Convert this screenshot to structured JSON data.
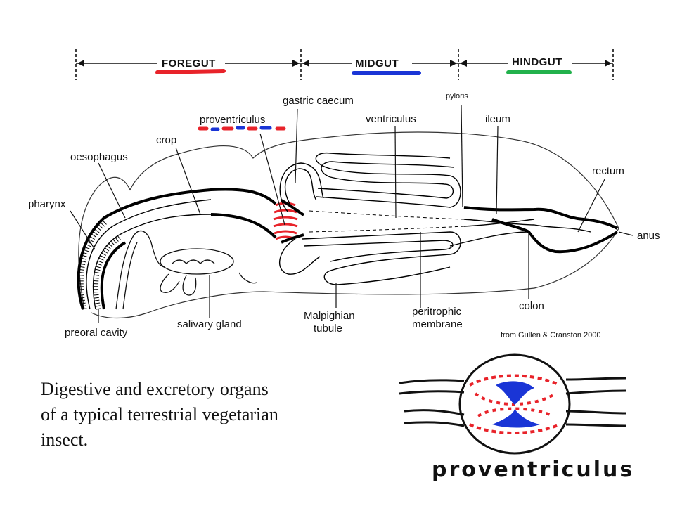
{
  "sections": {
    "foregut": "FOREGUT",
    "midgut": "MIDGUT",
    "hindgut": "HINDGUT"
  },
  "section_colors": {
    "foregut": "#e8232a",
    "midgut": "#1a35d6",
    "hindgut": "#22b14c",
    "proventriculus": "#e8232a"
  },
  "labels": {
    "pyloris": "pyloris",
    "gastric_caecum": "gastric caecum",
    "ventriculus": "ventriculus",
    "ileum": "ileum",
    "proventriculus": "proventriculus",
    "crop": "crop",
    "oesophagus": "oesophagus",
    "pharynx": "pharynx",
    "rectum": "rectum",
    "anus": "anus",
    "preoral_cavity": "preoral cavity",
    "salivary_gland": "salivary gland",
    "malpighian_1": "Malpighian",
    "malpighian_2": "tubule",
    "peritrophic_1": "peritrophic",
    "peritrophic_2": "membrane",
    "colon": "colon"
  },
  "credit": "from Gullen & Cranston  2000",
  "caption": {
    "line1": "Digestive and excretory organs",
    "line2": "of a typical terrestrial vegetarian",
    "line3": "insect."
  },
  "inset_label": "proventriculus"
}
